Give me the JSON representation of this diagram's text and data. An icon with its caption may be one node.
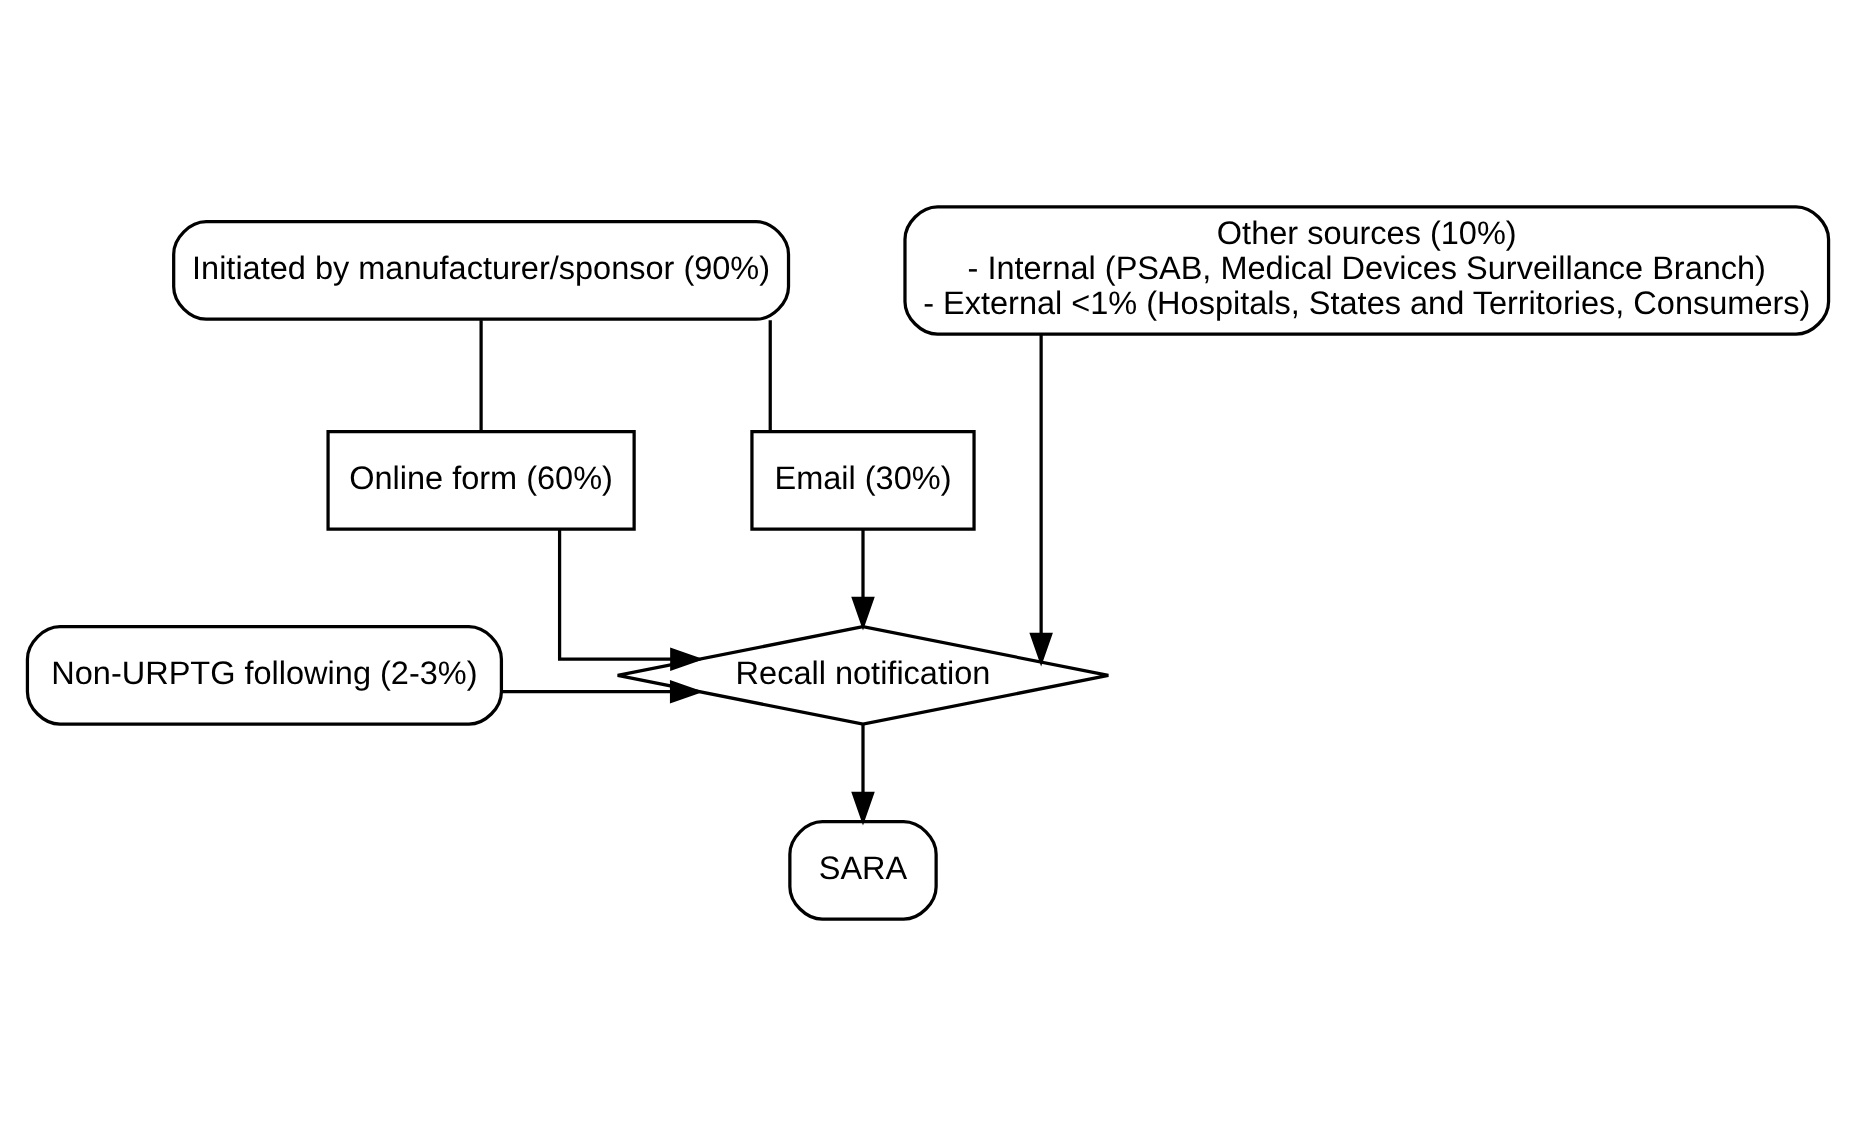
{
  "diagram": {
    "nodes": [
      {
        "text": [
          "Initiated by manufacturer/sponsor (90%)"
        ]
      },
      {
        "text": [
          "Online form (60%)"
        ]
      },
      {
        "text": [
          "Email (30%)"
        ]
      },
      {
        "text": [
          "Other sources (10%)",
          "- Internal (PSAB, Medical Devices Surveillance Branch)",
          "- External <1% (Hospitals, States and Territories, Consumers)"
        ]
      },
      {
        "text": [
          "Recall notification"
        ]
      },
      {
        "text": [
          "Non-URPTG following (2-3%)"
        ]
      },
      {
        "text": [
          "SARA"
        ]
      }
    ],
    "edges": [
      {
        "from": 0,
        "to": 1,
        "arrow": "none"
      },
      {
        "from": 0,
        "to": 2,
        "arrow": "none"
      },
      {
        "from": 1,
        "to": 4,
        "arrow": "to"
      },
      {
        "from": 2,
        "to": 4,
        "arrow": "to"
      },
      {
        "from": 3,
        "to": 4,
        "arrow": "to"
      },
      {
        "from": 5,
        "to": 4,
        "arrow": "to"
      },
      {
        "from": 4,
        "to": 6,
        "arrow": "to"
      }
    ]
  }
}
